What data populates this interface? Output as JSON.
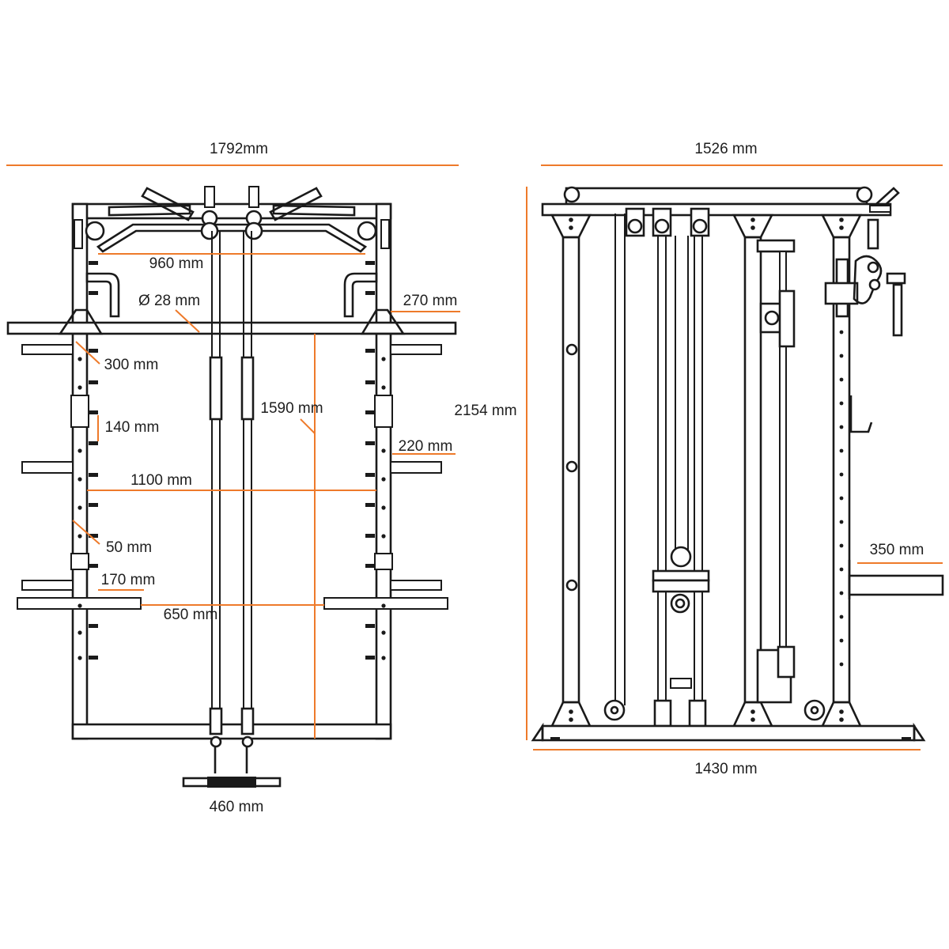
{
  "front_view": {
    "overall_width": "1792mm",
    "pulley_bar_width": "960 mm",
    "bar_diameter": "Ø 28 mm",
    "top_depth": "270 mm",
    "hook_spacing": "300 mm",
    "hole_gap": "140 mm",
    "inner_height": "1590 mm",
    "side_arm": "220 mm",
    "inner_width": "1100 mm",
    "hole_step": "50 mm",
    "safety_arm": "170 mm",
    "safety_spacing": "650 mm",
    "handle_width": "460 mm"
  },
  "side_view": {
    "overall_width": "1526 mm",
    "overall_height": "2154 mm",
    "base_width": "1430 mm",
    "arm_length": "350 mm"
  },
  "colors": {
    "dimension": "#ee7a2a",
    "line": "#1a1a1a"
  }
}
